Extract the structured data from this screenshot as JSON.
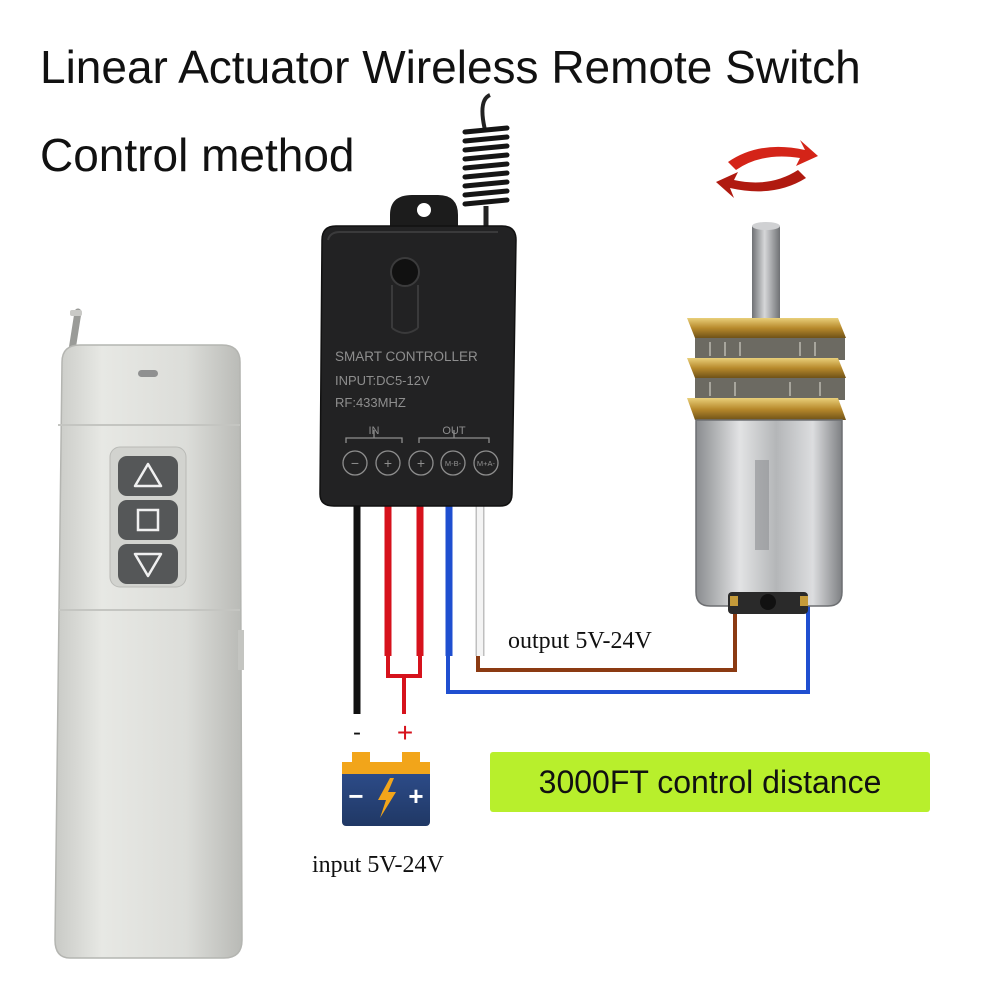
{
  "title": {
    "line1": "Linear Actuator Wireless Remote Switch",
    "line2": "Control method"
  },
  "controller": {
    "brand": "SMART CONTROLLER",
    "input_spec": "INPUT:DC5-12V",
    "rf_spec": "RF:433MHZ",
    "in_label": "IN",
    "out_label": "OUT",
    "terminals": [
      "−",
      "+",
      "+",
      "M-B-",
      "M+A-"
    ]
  },
  "wiring": {
    "output_label": "output 5V-24V",
    "input_label": "input 5V-24V",
    "minus_sign": "-",
    "plus_sign": "+",
    "colors": {
      "black": "#111111",
      "red": "#d6121c",
      "blue": "#1f4fd0",
      "white": "#f4f4f4",
      "brown": "#8b3a12"
    }
  },
  "remote": {
    "buttons": [
      "up-arrow-icon",
      "stop-icon",
      "down-arrow-icon"
    ]
  },
  "battery": {
    "minus": "−",
    "plus": "+",
    "icon": "lightning-icon"
  },
  "badge": {
    "text": "3000FT control distance",
    "color": "#b8ef2c"
  }
}
